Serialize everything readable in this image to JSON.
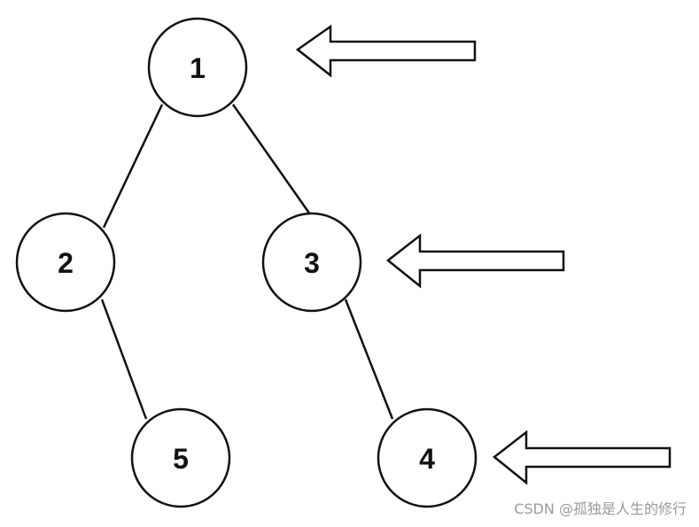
{
  "tree": {
    "nodes": [
      {
        "id": "n1",
        "label": "1"
      },
      {
        "id": "n2",
        "label": "2"
      },
      {
        "id": "n3",
        "label": "3"
      },
      {
        "id": "n5",
        "label": "5"
      },
      {
        "id": "n4",
        "label": "4"
      }
    ],
    "edges": [
      {
        "from": "n1",
        "to": "n2"
      },
      {
        "from": "n1",
        "to": "n3"
      },
      {
        "from": "n2",
        "to": "n5"
      },
      {
        "from": "n3",
        "to": "n4"
      }
    ],
    "arrows": [
      {
        "points_to": "n1",
        "direction": "left"
      },
      {
        "points_to": "n3",
        "direction": "left"
      },
      {
        "points_to": "n4",
        "direction": "left"
      }
    ]
  },
  "watermark": {
    "text": "CSDN @孤独是人生的修行"
  }
}
